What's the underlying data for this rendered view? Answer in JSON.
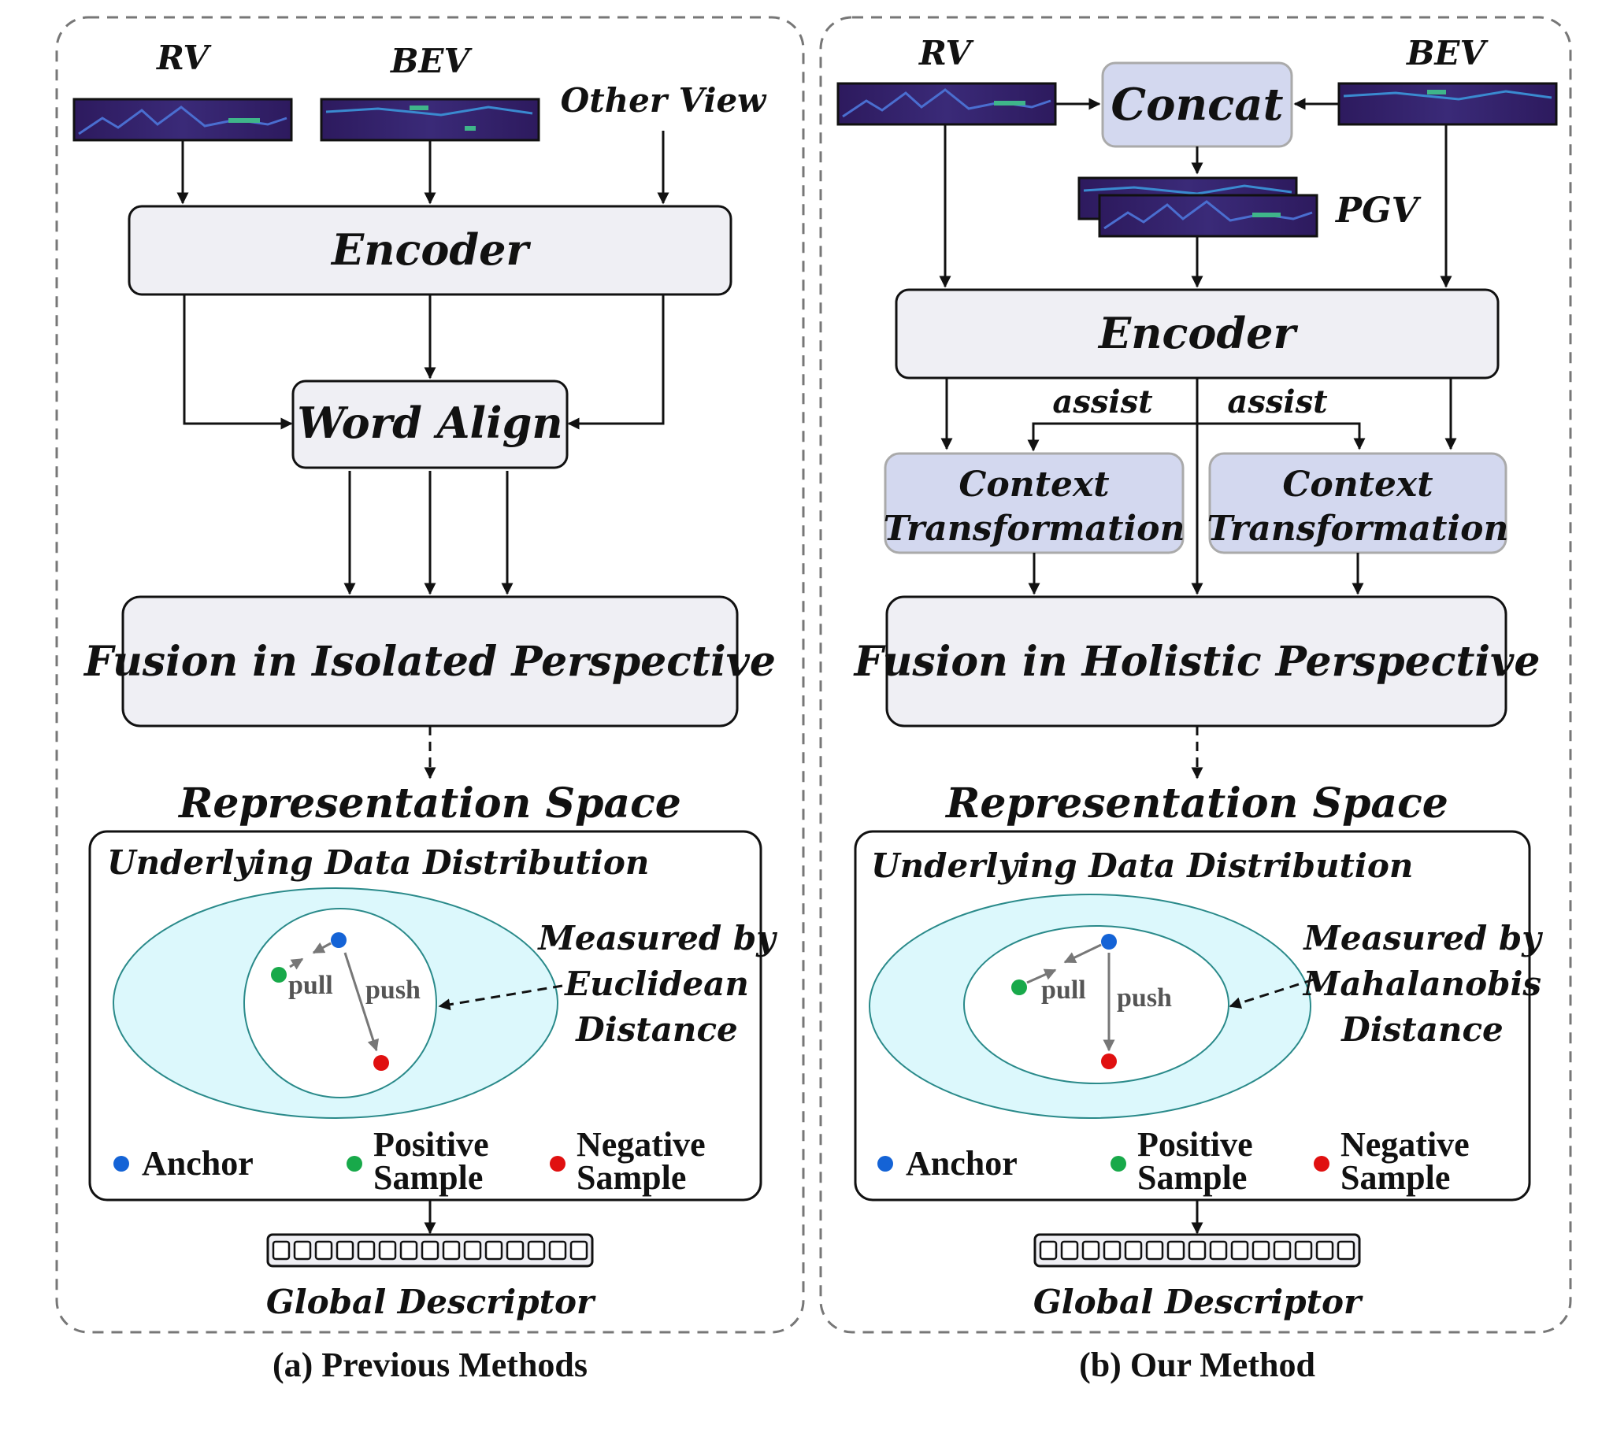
{
  "panels": [
    {
      "id": "a",
      "caption": "(a) Previous Methods",
      "inputs": {
        "rv": "RV",
        "bev": "BEV",
        "other": "Other View"
      },
      "encoder": "Encoder",
      "middle": "Word Align",
      "fusion": "Fusion in Isolated Perspective",
      "rep_space": "Representation Space",
      "distribution": "Underlying Data Distribution",
      "pull": "pull",
      "push": "push",
      "measure": [
        "Measured by",
        "Euclidean",
        "Distance"
      ],
      "legend": {
        "anchor": "Anchor",
        "positive": [
          "Positive",
          "Sample"
        ],
        "negative": [
          "Negative",
          "Sample"
        ]
      },
      "descriptor": "Global Descriptor"
    },
    {
      "id": "b",
      "caption": "(b) Our Method",
      "inputs": {
        "rv": "RV",
        "bev": "BEV"
      },
      "concat": "Concat",
      "pgv": "PGV",
      "encoder": "Encoder",
      "assist": "assist",
      "context": [
        "Context",
        "Transformation"
      ],
      "fusion": "Fusion in Holistic Perspective",
      "rep_space": "Representation Space",
      "distribution": "Underlying Data Distribution",
      "pull": "pull",
      "push": "push",
      "measure": [
        "Measured by",
        "Mahalanobis",
        "Distance"
      ],
      "legend": {
        "anchor": "Anchor",
        "positive": [
          "Positive",
          "Sample"
        ],
        "negative": [
          "Negative",
          "Sample"
        ]
      },
      "descriptor": "Global Descriptor"
    }
  ],
  "colors": {
    "box_fill": "#efeff4",
    "highlight_fill": "#d3d8ef",
    "ellipse_fill": "#dcf8fc",
    "ellipse_stroke": "#2a8a8a",
    "anchor": "#1463d6",
    "positive": "#18a94a",
    "negative": "#e01010",
    "thumbnail": "#2d1a5e",
    "thumbnail_accent": "#3fb58a"
  }
}
